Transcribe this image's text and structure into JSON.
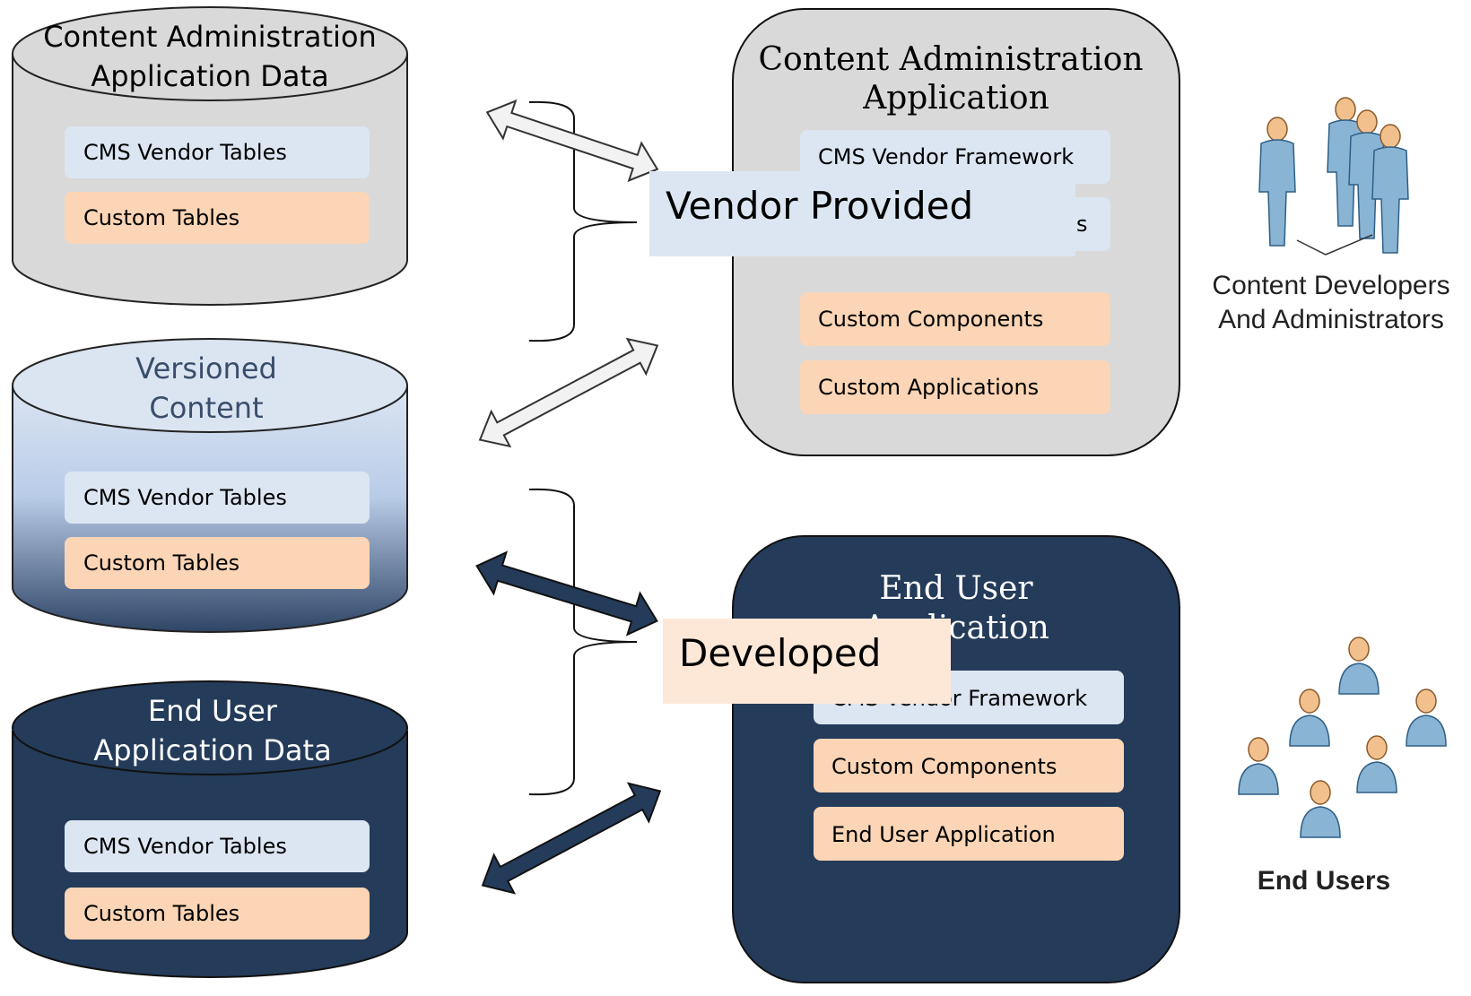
{
  "databases": [
    {
      "title_line1": "Content Administration",
      "title_line2": "Application Data",
      "tables": [
        "CMS Vendor Tables",
        "Custom Tables"
      ]
    },
    {
      "title_line1": "Versioned",
      "title_line2": "Content",
      "tables": [
        "CMS Vendor Tables",
        "Custom Tables"
      ]
    },
    {
      "title_line1": "End User",
      "title_line2": "Application Data",
      "tables": [
        "CMS Vendor Tables",
        "Custom Tables"
      ]
    }
  ],
  "apps": [
    {
      "title_line1": "Content Administration",
      "title_line2": "Application",
      "components": [
        "CMS Vendor Framework",
        "s",
        "Custom Components",
        "Custom Applications"
      ]
    },
    {
      "title_line1": "End User",
      "title_line2": "Application",
      "components": [
        "CMS Vendor Framework",
        "Custom Components",
        "End User Application"
      ]
    }
  ],
  "legend": {
    "vendor_provided": "Vendor Provided",
    "developed": "Developed"
  },
  "actors": {
    "admin_line1": "Content Developers",
    "admin_line2": "And Administrators",
    "end_users": "End Users"
  },
  "colors": {
    "vendor_pill": "#dce6f2",
    "custom_pill": "#fbd5b5",
    "gray_fill": "#d9d9d9",
    "navy_fill": "#243b5a",
    "arrow_light": "#f2f2f2",
    "arrow_dark": "#243b5a",
    "person_body": "#8ab4d4",
    "person_head": "#f2c08c"
  }
}
